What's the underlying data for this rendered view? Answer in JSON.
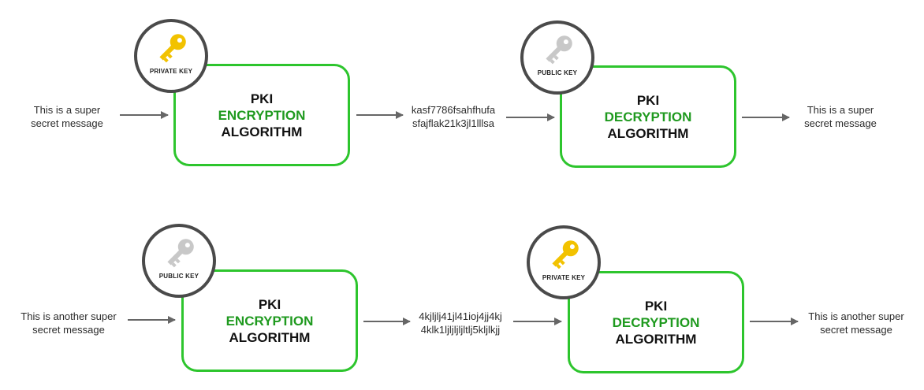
{
  "colors": {
    "box_border": "#2dc52d",
    "mode_text": "#1f9a1f",
    "private_key": "#f2c200",
    "public_key": "#c8c8c8",
    "arrow": "#666666",
    "badge_border": "#4a4a4a"
  },
  "flows": [
    {
      "input": [
        "This is a super",
        "secret message"
      ],
      "encrypt": {
        "key_label": "PRIVATE KEY",
        "key_type": "private",
        "title": "PKI",
        "mode": "ENCRYPTION",
        "subtitle": "ALGORITHM"
      },
      "ciphertext": [
        "kasf7786fsahfhufa",
        "sfajflak21k3jl1lllsa"
      ],
      "decrypt": {
        "key_label": "PUBLIC KEY",
        "key_type": "public",
        "title": "PKI",
        "mode": "DECRYPTION",
        "subtitle": "ALGORITHM"
      },
      "output": [
        "This is a super",
        "secret message"
      ]
    },
    {
      "input": [
        "This is another super",
        "secret message"
      ],
      "encrypt": {
        "key_label": "PUBLIC KEY",
        "key_type": "public",
        "title": "PKI",
        "mode": "ENCRYPTION",
        "subtitle": "ALGORITHM"
      },
      "ciphertext": [
        "4kjljlj41jl41ioj4jj4kj",
        "4klk1ljljljljltlj5kljlkjj"
      ],
      "decrypt": {
        "key_label": "PRIVATE KEY",
        "key_type": "private",
        "title": "PKI",
        "mode": "DECRYPTION",
        "subtitle": "ALGORITHM"
      },
      "output": [
        "This is another super",
        "secret message"
      ]
    }
  ]
}
